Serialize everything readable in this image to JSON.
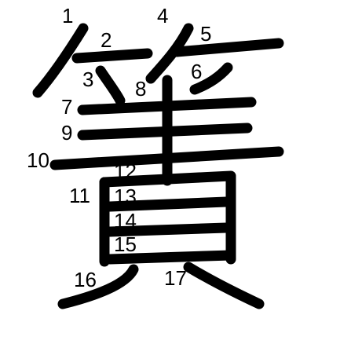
{
  "colors": {
    "stroke": "#000000",
    "label": "#000000",
    "background": "#ffffff"
  },
  "stroke_numbers": [
    "1",
    "2",
    "3",
    "4",
    "5",
    "6",
    "7",
    "8",
    "9",
    "10",
    "11",
    "12",
    "13",
    "14",
    "15",
    "16",
    "17"
  ]
}
